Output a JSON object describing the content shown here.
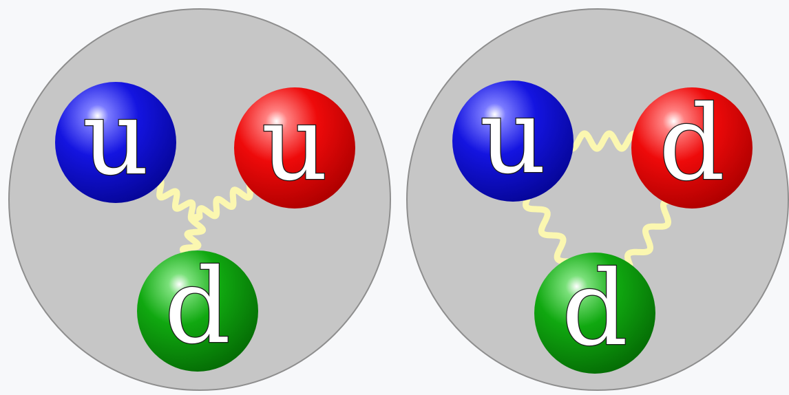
{
  "colors": {
    "background": "#f7f8fa",
    "hadron": "#c6c6c6",
    "gluon": "#fbf7b0",
    "blue": "#0a0acf",
    "red": "#e60000",
    "green": "#079607"
  },
  "hadrons": [
    {
      "quarks": [
        {
          "letter": "u",
          "color": "blue"
        },
        {
          "letter": "u",
          "color": "red"
        },
        {
          "letter": "d",
          "color": "green"
        }
      ],
      "gluon_topology": "star"
    },
    {
      "quarks": [
        {
          "letter": "u",
          "color": "blue"
        },
        {
          "letter": "d",
          "color": "red"
        },
        {
          "letter": "d",
          "color": "green"
        }
      ],
      "gluon_topology": "triangle"
    }
  ]
}
